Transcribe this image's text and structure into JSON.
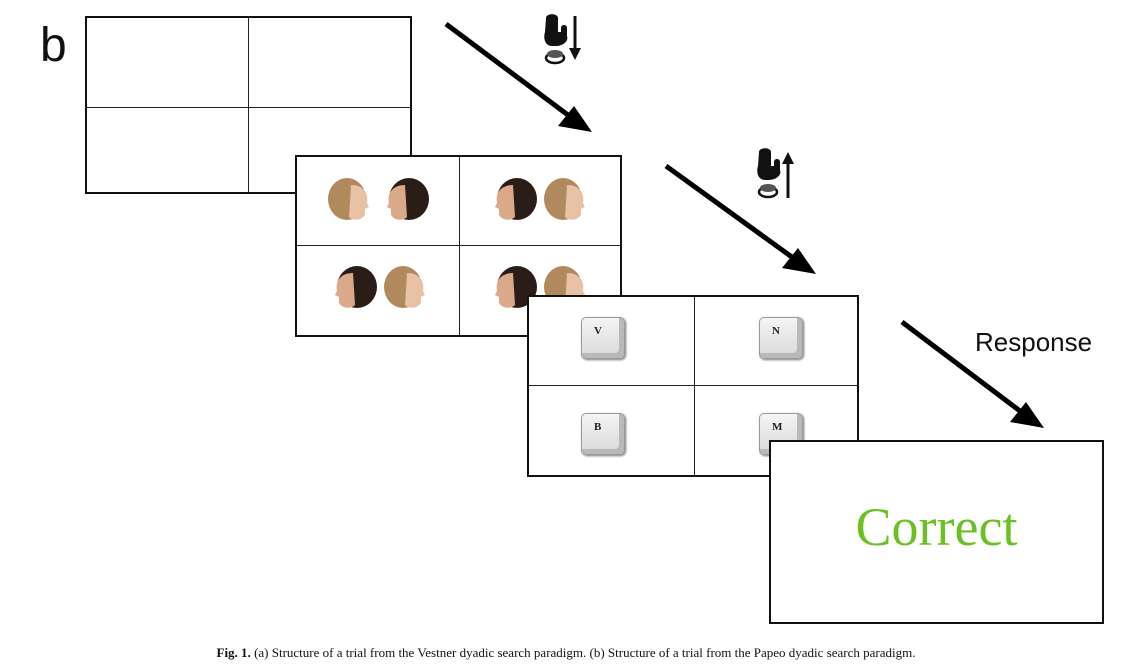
{
  "panel_label": "b",
  "response_label": "Response",
  "feedback": {
    "text": "Correct",
    "color": "#6cc024"
  },
  "keys": [
    "V",
    "N",
    "B",
    "M"
  ],
  "caption": {
    "fig_label": "Fig. 1.",
    "text": "(a) Structure of a trial from the Vestner dyadic search paradigm. (b) Structure of a trial from the Papeo dyadic search paradigm."
  },
  "icons": [
    "hand-press-down-icon",
    "hand-release-up-icon",
    "female-head-profile-icon"
  ]
}
